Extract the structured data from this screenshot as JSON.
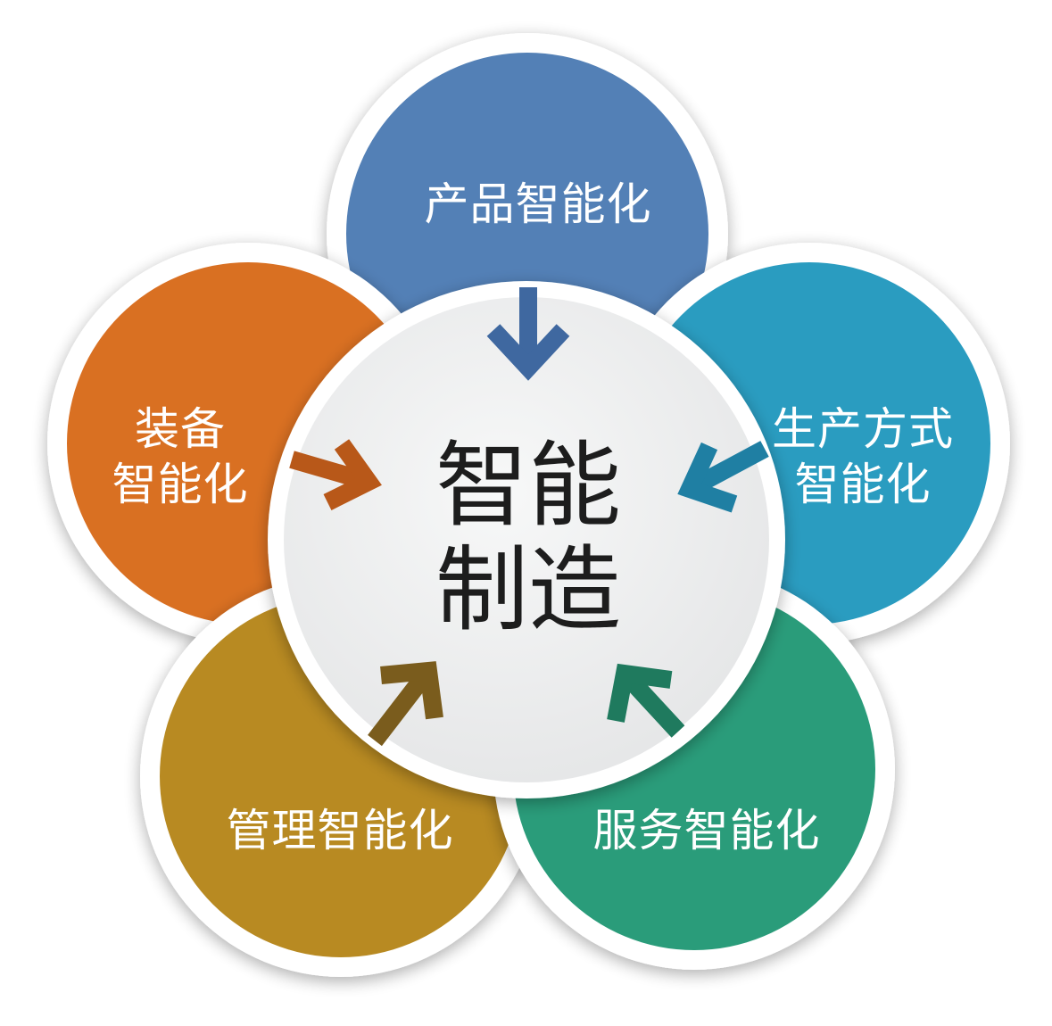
{
  "center": {
    "line1": "智能",
    "line2": "制造",
    "fill": "#f1f2f2",
    "text_color": "#1d1d1d"
  },
  "nodes": [
    {
      "id": "product",
      "lines": [
        "产品智能化"
      ],
      "color": "#5380b6",
      "arrow_color": "#3f68a0"
    },
    {
      "id": "production",
      "lines": [
        "生产方式",
        "智能化"
      ],
      "color": "#2a9cc0",
      "arrow_color": "#1f7fa3"
    },
    {
      "id": "service",
      "lines": [
        "服务智能化"
      ],
      "color": "#2a9c7a",
      "arrow_color": "#1f7a5e"
    },
    {
      "id": "management",
      "lines": [
        "管理智能化"
      ],
      "color": "#b88a22",
      "arrow_color": "#7a5c1d"
    },
    {
      "id": "equipment",
      "lines": [
        "装备",
        "智能化"
      ],
      "color": "#d96f24",
      "arrow_color": "#b85819"
    }
  ]
}
